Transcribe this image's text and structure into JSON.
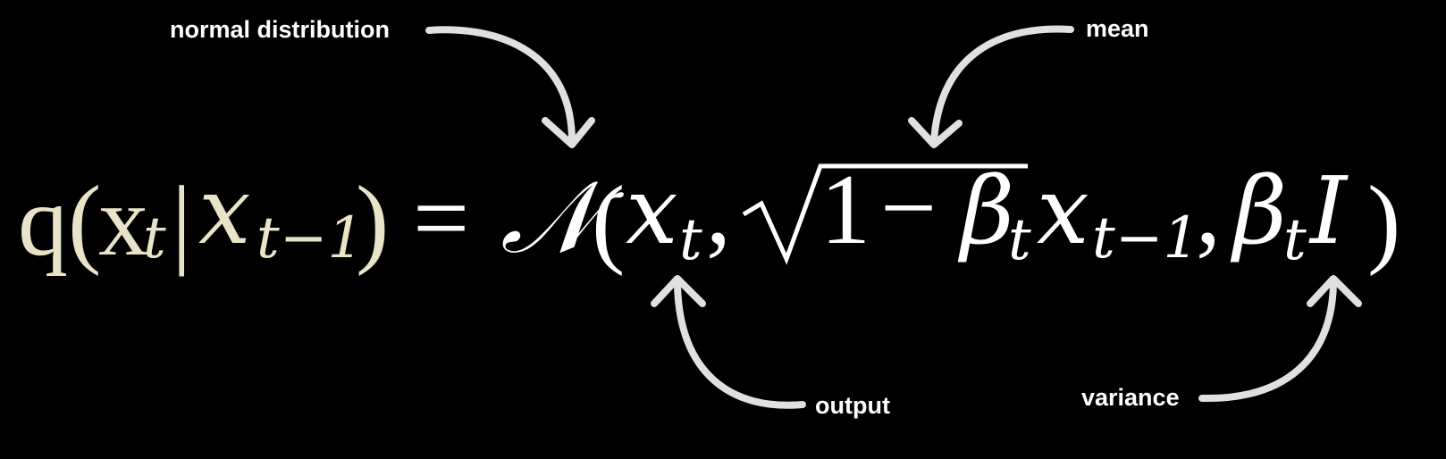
{
  "annotations": {
    "normal_distribution": "normal distribution",
    "mean": "mean",
    "output": "output",
    "variance": "variance"
  },
  "equation": {
    "q": "q",
    "open_paren": "(",
    "x_roman": "x",
    "sub_t": "t",
    "bar": "|",
    "x_italic": "x",
    "sub_t_minus_1": "t−1",
    "close_paren": ")",
    "equals": "=",
    "normal_symbol": "𝒩",
    "open_paren_2": "(",
    "x_t": "x",
    "x_t_sub": "t",
    "comma_1": ",",
    "sqrt_one": "1",
    "minus": "−",
    "beta": "β",
    "beta_sub": "t",
    "x_prev": "x",
    "x_prev_sub": "t−1",
    "comma_2": ",",
    "beta_2": "β",
    "beta_2_sub": "t",
    "identity": "I",
    "close_paren_2": ")"
  },
  "colors": {
    "background": "#000000",
    "left_text": "#e9e3c8",
    "right_text": "#ffffff",
    "arrow": "#e0e0e0"
  }
}
